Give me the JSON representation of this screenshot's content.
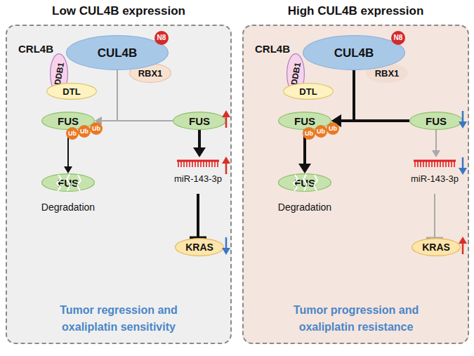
{
  "diagram": {
    "nodes": [
      {
        "text": [
          "Low CUL4B expression",
          "Tumor regression and oxaliplatin sensitivity"
        ]
      },
      {
        "text": [
          "CUL4B"
        ],
        "in": 0
      },
      {
        "text": [
          "N8"
        ],
        "in": 0
      },
      {
        "text": [
          "RBX1"
        ],
        "in": 0
      },
      {
        "text": [
          "DDB1"
        ],
        "in": 0
      },
      {
        "text": [
          "DTL"
        ],
        "in": 0
      },
      {
        "text": [
          "FUS"
        ],
        "in": 0
      },
      {
        "text": [
          "Ub"
        ],
        "in": 0
      },
      {
        "text": [
          "Ub"
        ],
        "in": 0
      },
      {
        "text": [
          "Ub"
        ],
        "in": 0
      },
      {
        "text": [
          "FUS"
        ],
        "in": 0
      },
      {
        "text": [
          "FUS"
        ],
        "in": 0
      },
      {
        "text": [
          "miR-143-3p"
        ],
        "in": 0
      },
      {
        "text": [
          "KRAS"
        ],
        "in": 0
      },
      {
        "text": [
          "High CUL4B expression",
          "Tumor progression and oxaliplatin resistance"
        ]
      },
      {
        "text": [
          "CUL4B"
        ],
        "in": 14
      },
      {
        "text": [
          "N8"
        ],
        "in": 14
      },
      {
        "text": [
          "RBX1"
        ],
        "in": 14
      },
      {
        "text": [
          "DDB1"
        ],
        "in": 14
      },
      {
        "text": [
          "DTL"
        ],
        "in": 14
      },
      {
        "text": [
          "FUS"
        ],
        "in": 14
      },
      {
        "text": [
          "Ub"
        ],
        "in": 14
      },
      {
        "text": [
          "Ub"
        ],
        "in": 14
      },
      {
        "text": [
          "Ub"
        ],
        "in": 14
      },
      {
        "text": [
          "FUS"
        ],
        "in": 14
      },
      {
        "text": [
          "FUS"
        ],
        "in": 14
      },
      {
        "text": [
          "miR-143-3p"
        ],
        "in": 14
      },
      {
        "text": [
          "KRAS"
        ],
        "in": 14
      }
    ],
    "edges": [
      {
        "from": 1,
        "to": 6,
        "arrow": "to"
      },
      {
        "from": 10,
        "to": 6,
        "arrow": "to"
      },
      {
        "from": 6,
        "to": 11,
        "arrow": "to"
      },
      {
        "from": 10,
        "to": 12,
        "arrow": "to"
      },
      {
        "from": 12,
        "to": 13,
        "arrow": "to"
      },
      {
        "from": 15,
        "to": 20,
        "arrow": "to"
      },
      {
        "from": 24,
        "to": 20,
        "arrow": "to"
      },
      {
        "from": 20,
        "to": 25,
        "arrow": "to"
      },
      {
        "from": 24,
        "to": 26,
        "arrow": "to"
      },
      {
        "from": 26,
        "to": 27,
        "arrow": "to"
      }
    ],
    "labels": [
      "CRL4B",
      "CRL4B",
      "Degradation",
      "Degradation"
    ]
  }
}
